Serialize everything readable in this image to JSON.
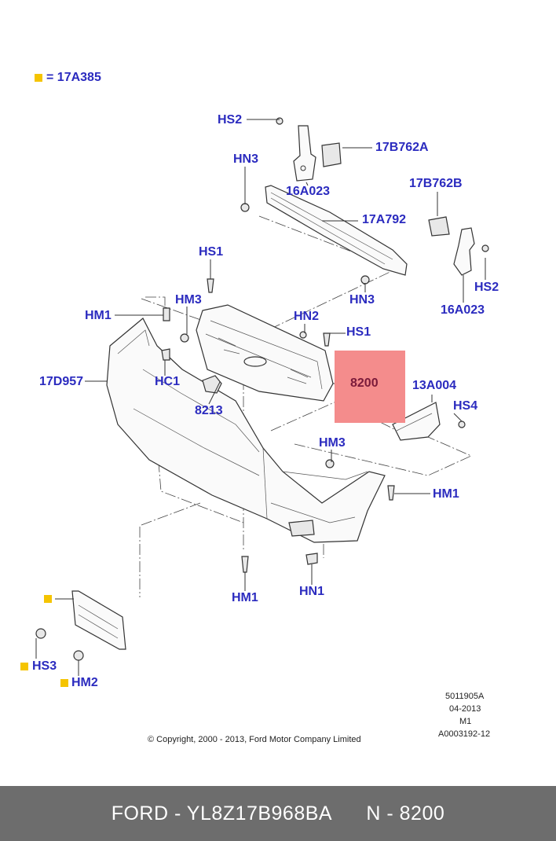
{
  "legend": {
    "text": "= 17A385",
    "color": "#f5c400"
  },
  "callouts": {
    "hs2_top": "HS2",
    "b17762a": "17B762A",
    "hn3_top": "HN3",
    "a16023_top": "16A023",
    "a17792": "17A792",
    "b17762b": "17B762B",
    "hs2_right": "HS2",
    "hn3_mid": "HN3",
    "a16023_right": "16A023",
    "hs1_top": "HS1",
    "hm3_top": "HM3",
    "hm1_left": "HM1",
    "hn2": "HN2",
    "hs1_right": "HS1",
    "d17957": "17D957",
    "hc1": "HC1",
    "p8200": "8200",
    "a13004": "13A004",
    "hs4": "HS4",
    "p8213": "8213",
    "hm3_mid": "HM3",
    "hm1_right": "HM1",
    "hm1_bottom": "HM1",
    "hn1": "HN1",
    "hs3": "HS3",
    "hm2": "HM2"
  },
  "meta": {
    "code": "5011905A",
    "date": "04-2013",
    "m1": "M1",
    "ref": "A0003192-12",
    "copyright": "© Copyright, 2000 - 2013, Ford Motor Company Limited"
  },
  "highlight_color": "#f48c8c",
  "footer": {
    "text": "FORD - YL8Z17B968BA      N - 8200"
  }
}
